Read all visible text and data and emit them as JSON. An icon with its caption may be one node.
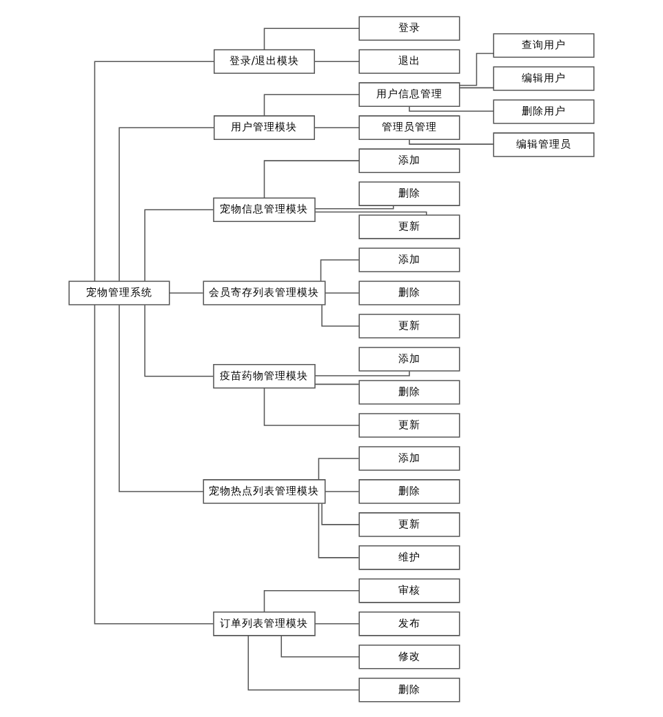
{
  "diagram": {
    "nodes": [
      {
        "text": [
          "宠物管理系统"
        ]
      },
      {
        "text": [
          "登录/退出模块"
        ]
      },
      {
        "text": [
          "登录"
        ]
      },
      {
        "text": [
          "退出"
        ]
      },
      {
        "text": [
          "用户管理模块"
        ]
      },
      {
        "text": [
          "用户信息管理"
        ]
      },
      {
        "text": [
          "查询用户"
        ]
      },
      {
        "text": [
          "编辑用户"
        ]
      },
      {
        "text": [
          "删除用户"
        ]
      },
      {
        "text": [
          "管理员管理"
        ]
      },
      {
        "text": [
          "编辑管理员"
        ]
      },
      {
        "text": [
          "宠物信息管理模块"
        ]
      },
      {
        "text": [
          "添加"
        ]
      },
      {
        "text": [
          "删除"
        ]
      },
      {
        "text": [
          "更新"
        ]
      },
      {
        "text": [
          "会员寄存列表管理模块"
        ]
      },
      {
        "text": [
          "添加"
        ]
      },
      {
        "text": [
          "删除"
        ]
      },
      {
        "text": [
          "更新"
        ]
      },
      {
        "text": [
          "疫苗药物管理模块"
        ]
      },
      {
        "text": [
          "添加"
        ]
      },
      {
        "text": [
          "删除"
        ]
      },
      {
        "text": [
          "更新"
        ]
      },
      {
        "text": [
          "宠物热点列表管理模块"
        ]
      },
      {
        "text": [
          "添加"
        ]
      },
      {
        "text": [
          "删除"
        ]
      },
      {
        "text": [
          "更新"
        ]
      },
      {
        "text": [
          "维护"
        ]
      },
      {
        "text": [
          "订单列表管理模块"
        ]
      },
      {
        "text": [
          "审核"
        ]
      },
      {
        "text": [
          "发布"
        ]
      },
      {
        "text": [
          "修改"
        ]
      },
      {
        "text": [
          "删除"
        ]
      }
    ],
    "edges": [
      {
        "from": 0,
        "to": 1,
        "arrow": "none"
      },
      {
        "from": 1,
        "to": 2,
        "arrow": "none"
      },
      {
        "from": 1,
        "to": 3,
        "arrow": "none"
      },
      {
        "from": 0,
        "to": 4,
        "arrow": "none"
      },
      {
        "from": 4,
        "to": 5,
        "arrow": "none"
      },
      {
        "from": 5,
        "to": 6,
        "arrow": "none"
      },
      {
        "from": 5,
        "to": 7,
        "arrow": "none"
      },
      {
        "from": 5,
        "to": 8,
        "arrow": "none"
      },
      {
        "from": 4,
        "to": 9,
        "arrow": "none"
      },
      {
        "from": 9,
        "to": 10,
        "arrow": "none"
      },
      {
        "from": 0,
        "to": 11,
        "arrow": "none"
      },
      {
        "from": 11,
        "to": 12,
        "arrow": "none"
      },
      {
        "from": 11,
        "to": 13,
        "arrow": "none"
      },
      {
        "from": 11,
        "to": 14,
        "arrow": "none"
      },
      {
        "from": 0,
        "to": 15,
        "arrow": "none"
      },
      {
        "from": 15,
        "to": 16,
        "arrow": "none"
      },
      {
        "from": 15,
        "to": 17,
        "arrow": "none"
      },
      {
        "from": 15,
        "to": 18,
        "arrow": "none"
      },
      {
        "from": 0,
        "to": 19,
        "arrow": "none"
      },
      {
        "from": 19,
        "to": 20,
        "arrow": "none"
      },
      {
        "from": 19,
        "to": 21,
        "arrow": "none"
      },
      {
        "from": 19,
        "to": 22,
        "arrow": "none"
      },
      {
        "from": 0,
        "to": 23,
        "arrow": "none"
      },
      {
        "from": 23,
        "to": 24,
        "arrow": "none"
      },
      {
        "from": 23,
        "to": 25,
        "arrow": "none"
      },
      {
        "from": 23,
        "to": 26,
        "arrow": "none"
      },
      {
        "from": 23,
        "to": 27,
        "arrow": "none"
      },
      {
        "from": 0,
        "to": 28,
        "arrow": "none"
      },
      {
        "from": 28,
        "to": 29,
        "arrow": "none"
      },
      {
        "from": 28,
        "to": 30,
        "arrow": "none"
      },
      {
        "from": 28,
        "to": 31,
        "arrow": "none"
      },
      {
        "from": 28,
        "to": 32,
        "arrow": "none"
      }
    ]
  }
}
